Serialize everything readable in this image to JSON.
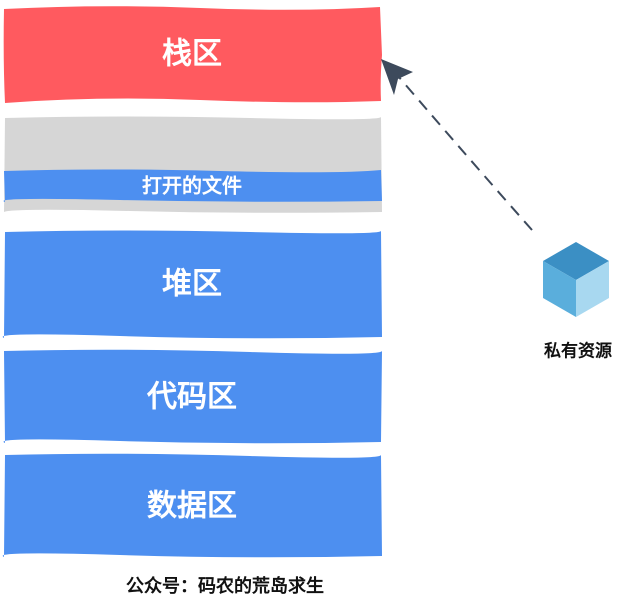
{
  "diagram": {
    "blocks": [
      {
        "key": "stack",
        "label": "栈区",
        "color": "#ff5a5f"
      },
      {
        "key": "shared-gap",
        "label": "",
        "color": "#d6d6d6"
      },
      {
        "key": "open-files",
        "label": "打开的文件",
        "color": "#4d8ff0"
      },
      {
        "key": "heap",
        "label": "堆区",
        "color": "#4d8ff0"
      },
      {
        "key": "code",
        "label": "代码区",
        "color": "#4d8ff0"
      },
      {
        "key": "data",
        "label": "数据区",
        "color": "#4d8ff0"
      }
    ],
    "resource": {
      "label": "私有资源",
      "icon": "cube-icon",
      "colors": {
        "top": "#3b8fc4",
        "left": "#5aaedc",
        "right": "#a8d8f0"
      }
    },
    "arrow": {
      "color": "#3d4a5c",
      "style": "dashed"
    },
    "footer": "公众号：码农的荒岛求生"
  }
}
